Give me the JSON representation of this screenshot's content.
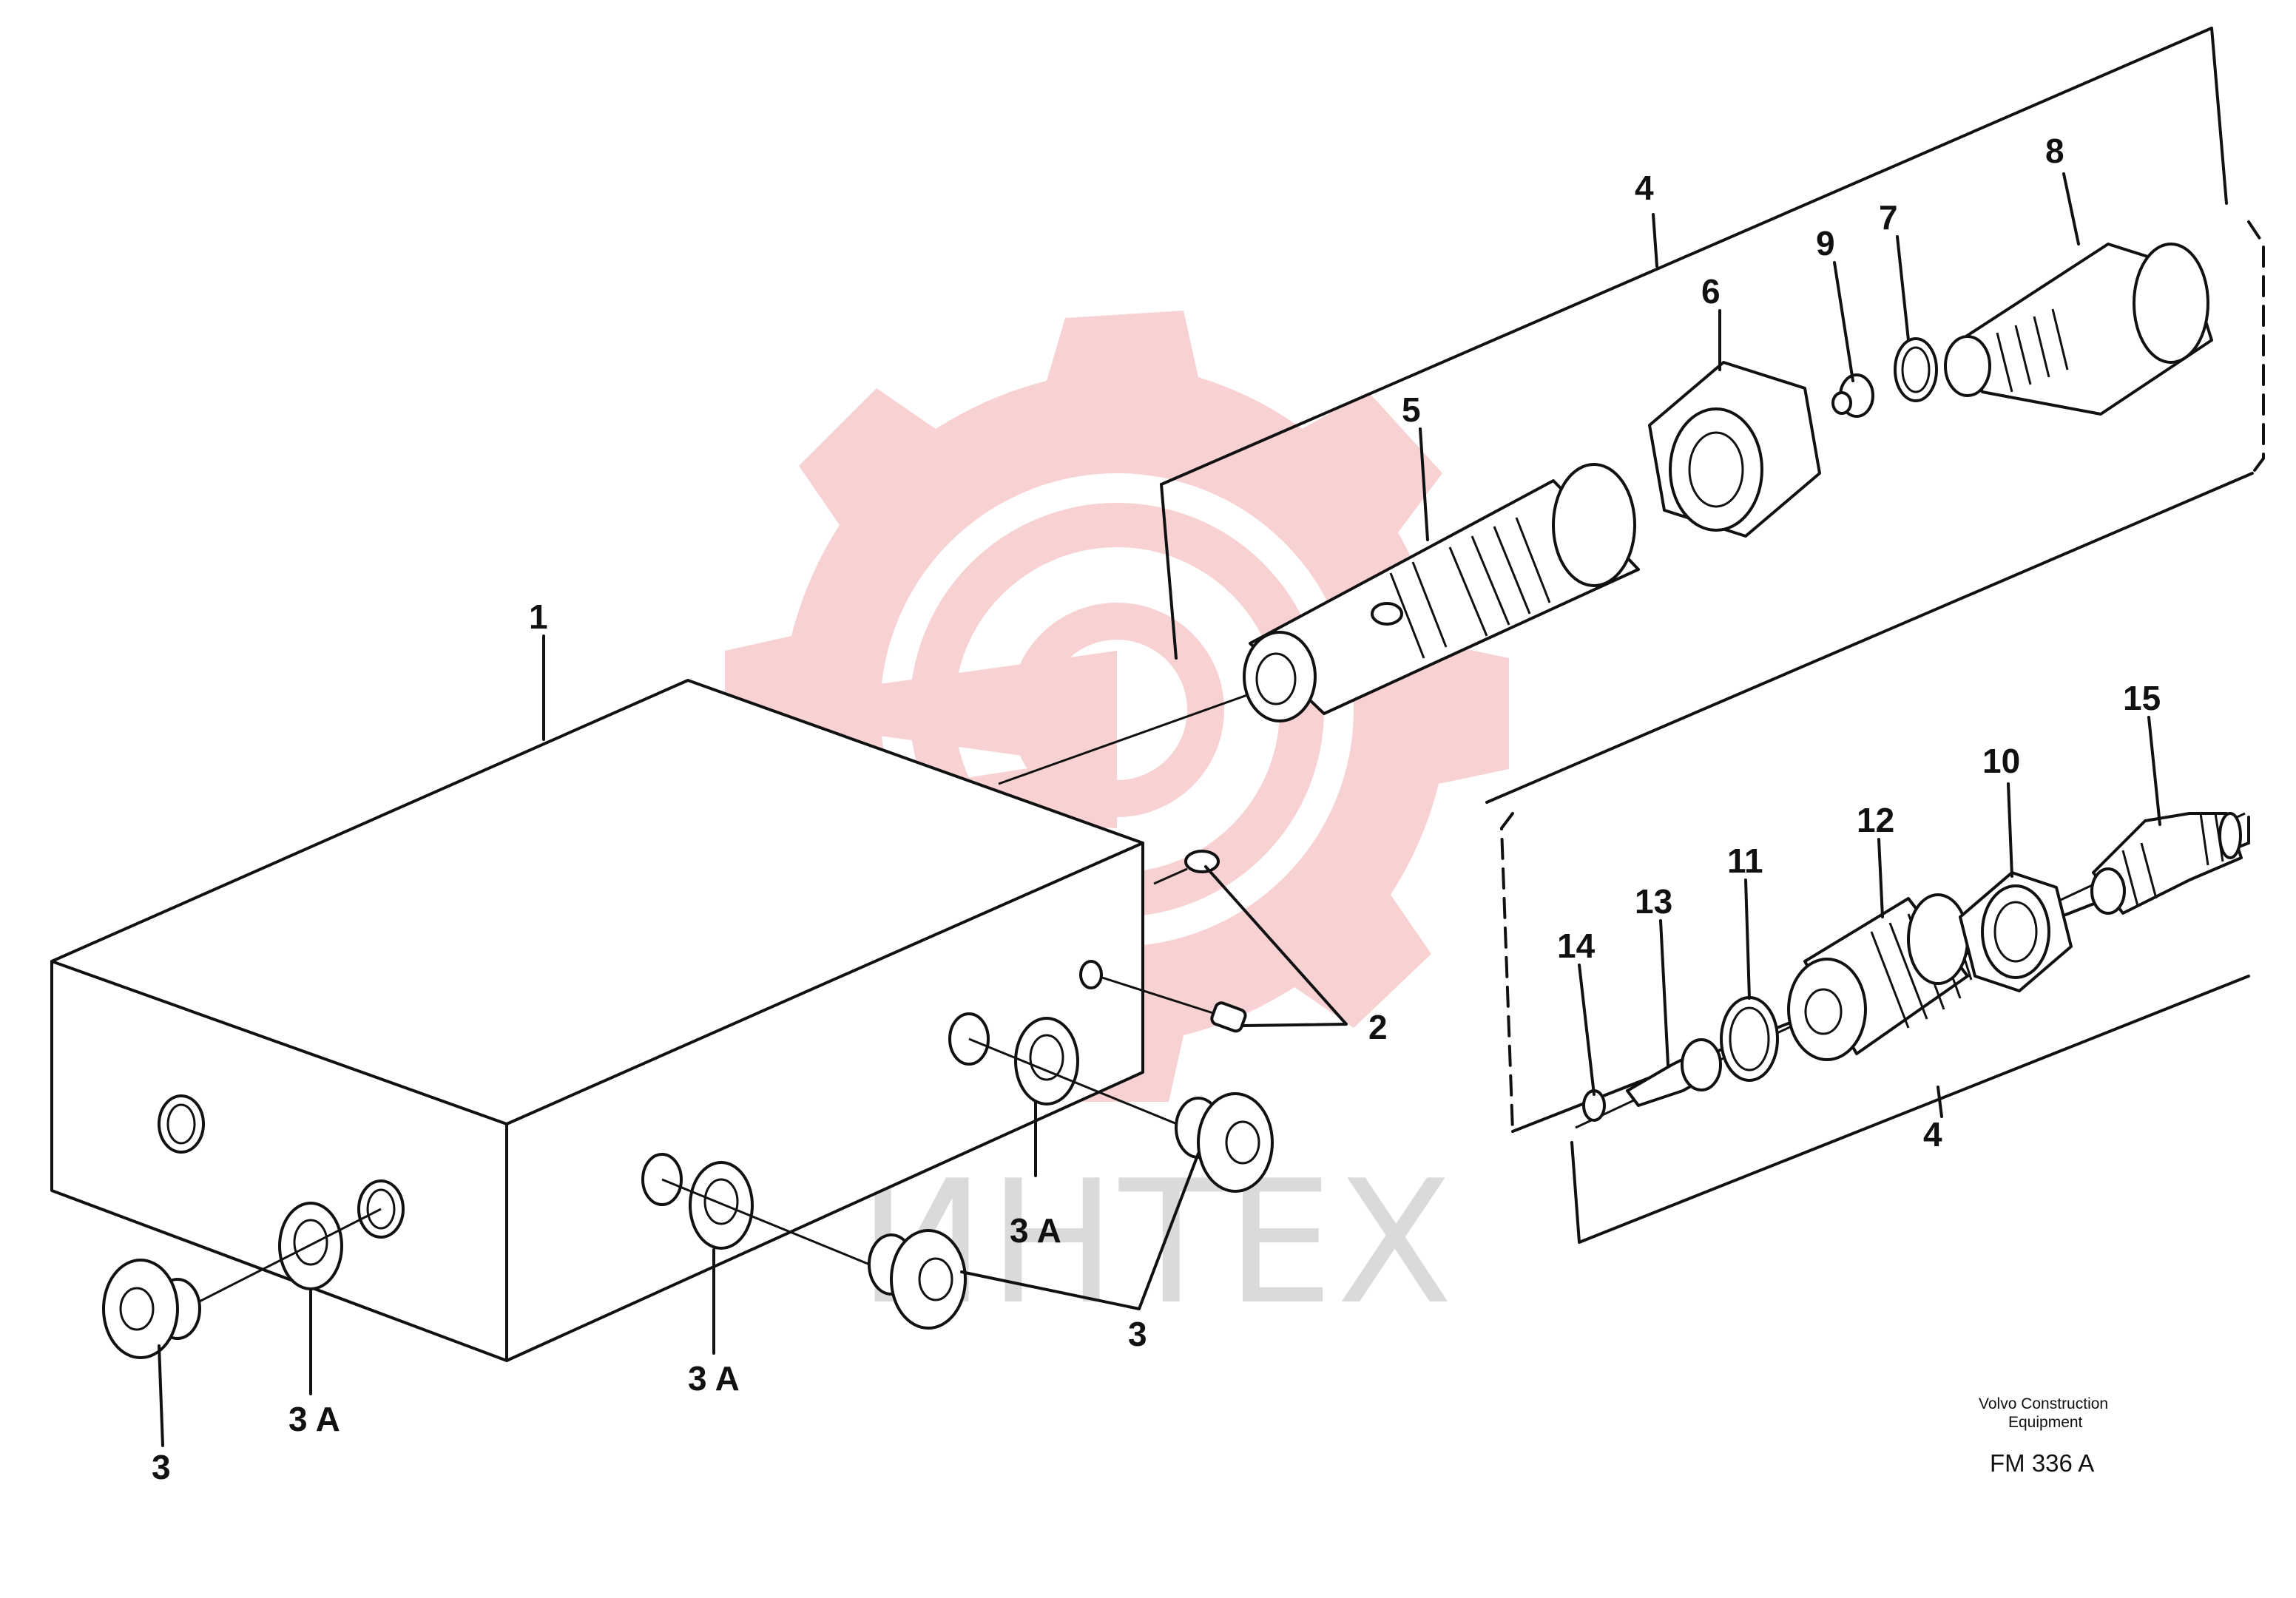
{
  "labels": {
    "part_1": "1",
    "part_2": "2",
    "part_3_a": "3",
    "part_3_b": "3",
    "part_3a_a": "3 A",
    "part_3a_b": "3 A",
    "part_3a_c": "3 A",
    "part_4_top": "4",
    "part_4_bottom": "4",
    "part_5": "5",
    "part_6": "6",
    "part_7": "7",
    "part_8": "8",
    "part_9": "9",
    "part_10": "10",
    "part_11": "11",
    "part_12": "12",
    "part_13": "13",
    "part_14": "14",
    "part_15": "15"
  },
  "caption": {
    "maker": "Volvo Construction",
    "maker_line2": "Equipment",
    "figure_code": "FM  336 A"
  },
  "watermark": {
    "text": "ИНТЕХ",
    "logo_color": "#f5b5b5"
  }
}
